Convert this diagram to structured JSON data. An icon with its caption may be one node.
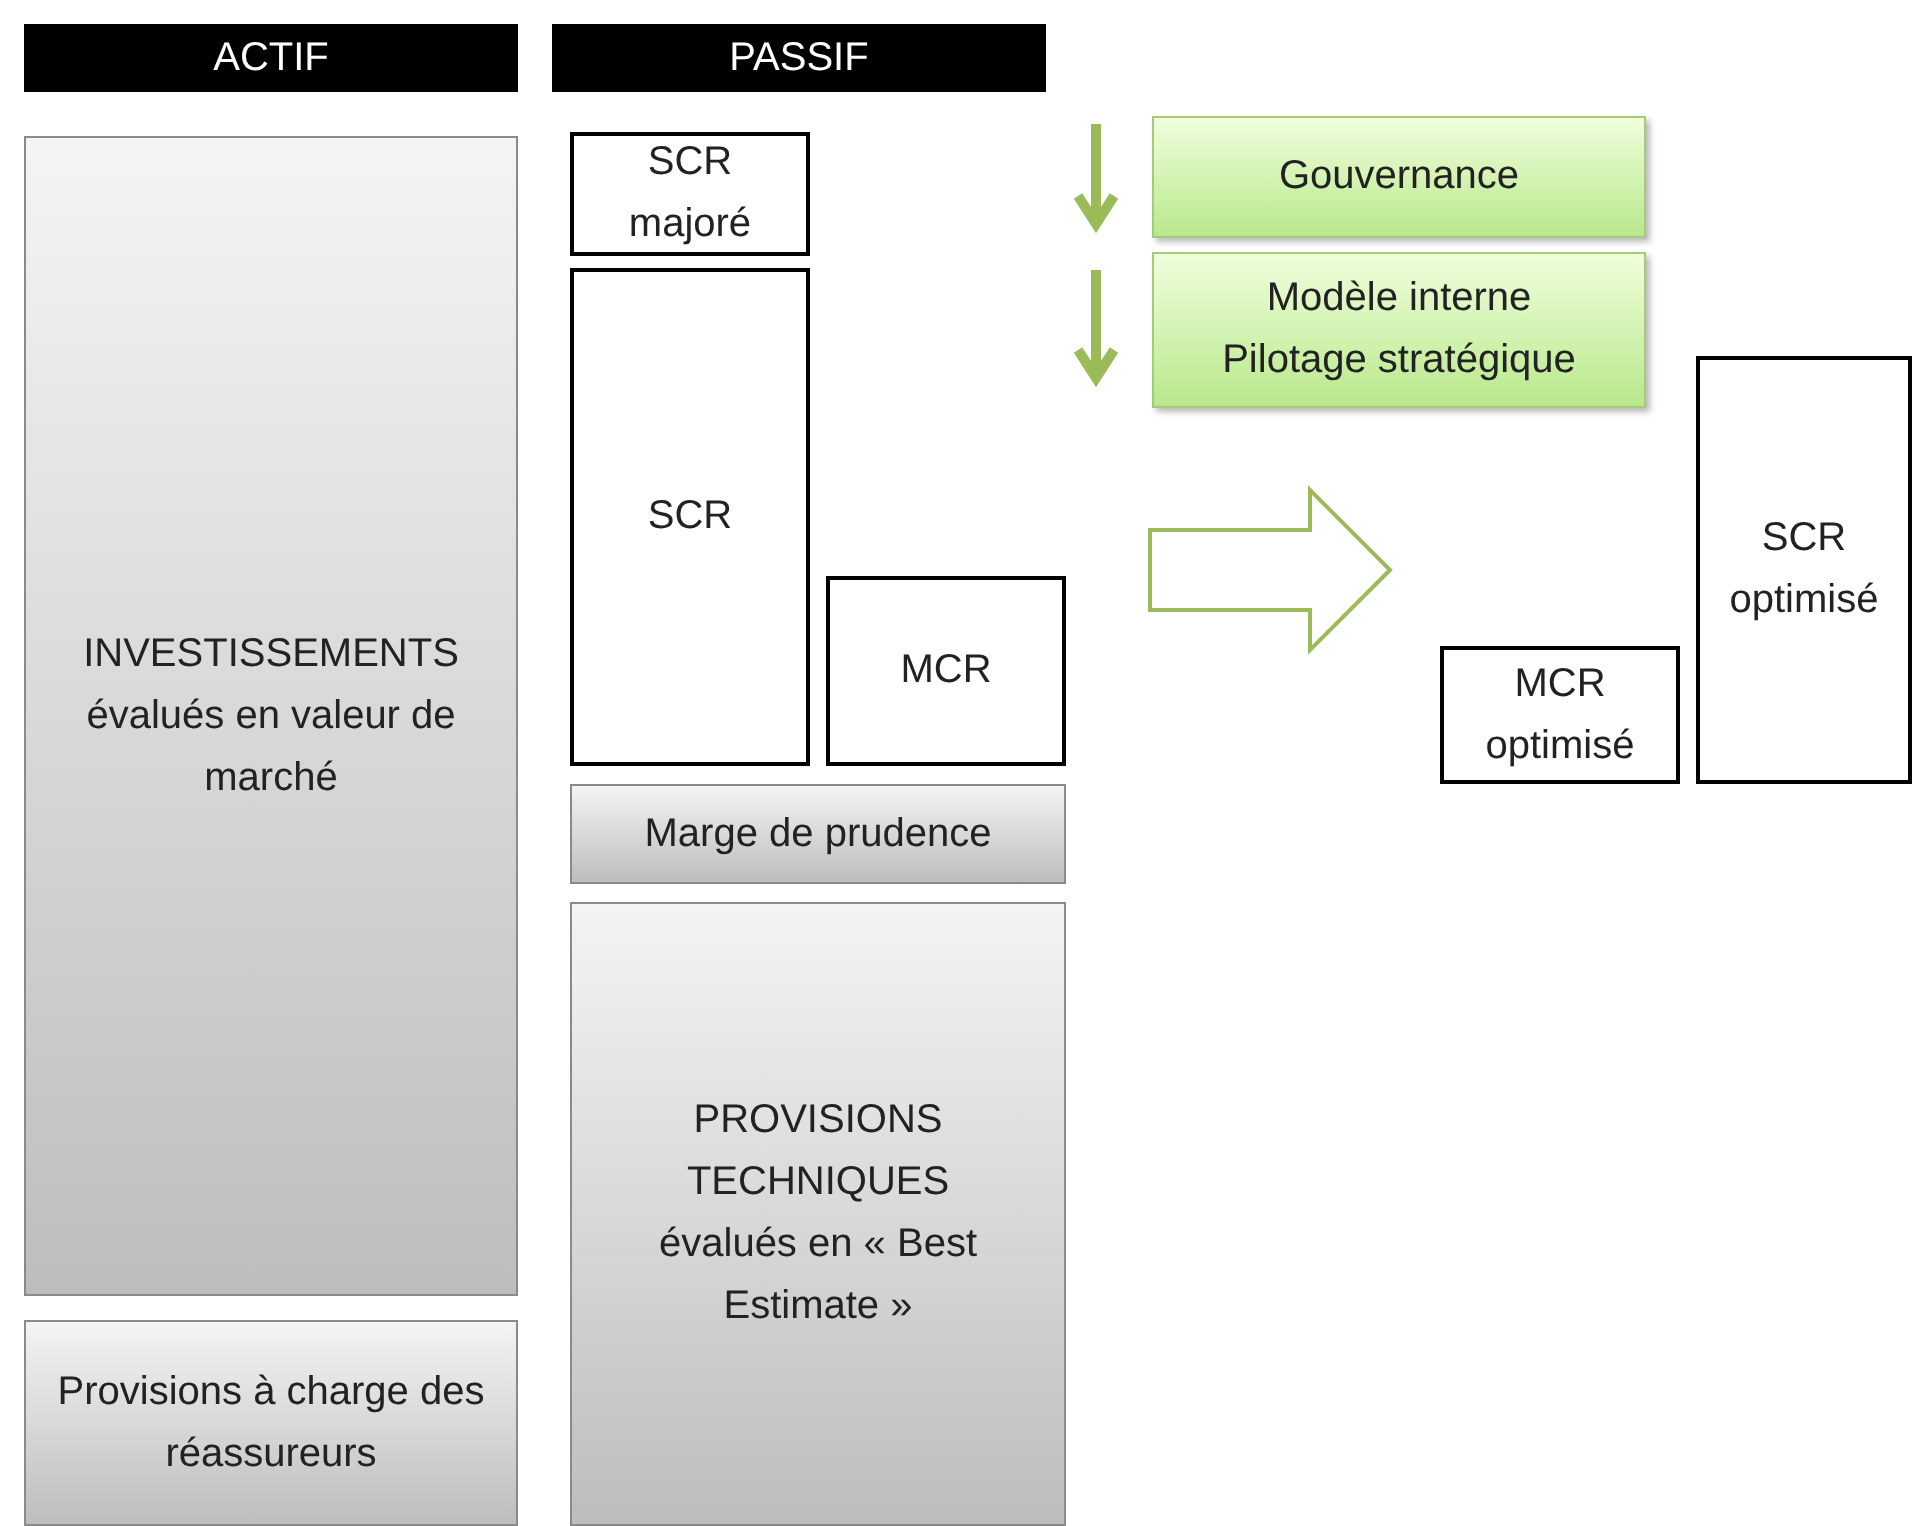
{
  "diagram": {
    "nodes": [
      {
        "text": [
          "ACTIF"
        ]
      },
      {
        "text": [
          "PASSIF"
        ]
      },
      {
        "text": [
          "INVESTISSEMENTS évalués  en valeur de marché"
        ]
      },
      {
        "text": [
          "Provisions à charge des réassureurs"
        ]
      },
      {
        "text": [
          "SCR majoré"
        ]
      },
      {
        "text": [
          "SCR"
        ]
      },
      {
        "text": [
          "MCR"
        ]
      },
      {
        "text": [
          "Marge de prudence"
        ]
      },
      {
        "text": [
          "PROVISIONS TECHNIQUES évalués  en « Best Estimate »"
        ]
      },
      {
        "text": [
          "Gouvernance"
        ]
      },
      {
        "text": [
          "Modèle interne Pilotage stratégique"
        ]
      },
      {
        "text": [
          "MCR optimisé"
        ]
      },
      {
        "text": [
          "SCR optimisé"
        ]
      }
    ]
  }
}
